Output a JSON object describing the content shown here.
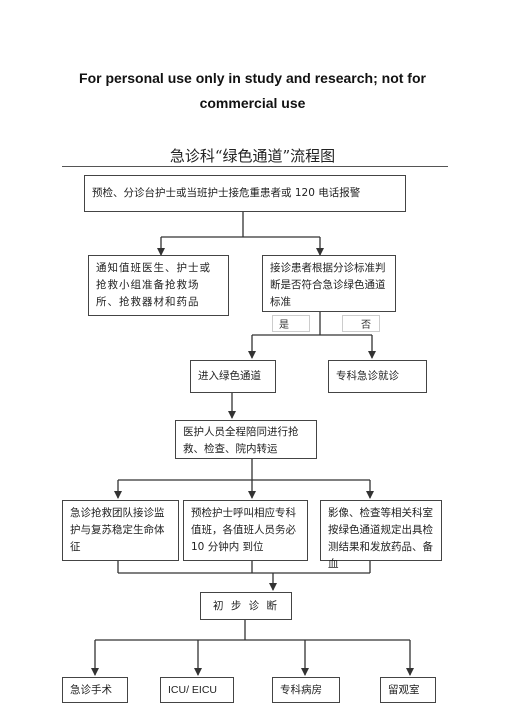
{
  "header": {
    "line1": "For personal use only in study and research; not for",
    "line2": "commercial use"
  },
  "title": "急诊科“绿色通道”流程图",
  "flow": {
    "start": "预检、分诊台护士或当班护士接危重患者或  120 电话报警",
    "notify": "通知值班医生、护士或抢救小组准备抢救场所、抢救器材和药品",
    "judge": "接诊患者根据分诊标准判断是否符合急诊绿色通道标准",
    "yes_label": "是",
    "no_label": "否",
    "green_channel": "进入绿色通道",
    "specialist_visit": "专科急诊就诊",
    "escort": "医护人员全程陪同进行抢救、检查、院内转运",
    "rescue_team": "急诊抢救团队接诊监护与复苏稳定生命体征",
    "triage_call": "预检护士呼叫相应专科值班，各值班人员务必 10 分钟内 到位",
    "imaging": "影像、检查等相关科室按绿色通道规定出具检测结果和发放药品、备血",
    "preliminary": "初 步 诊 断",
    "outcomes": [
      "急诊手术",
      "ICU/ EICU",
      "专科病房",
      "留观室"
    ]
  }
}
